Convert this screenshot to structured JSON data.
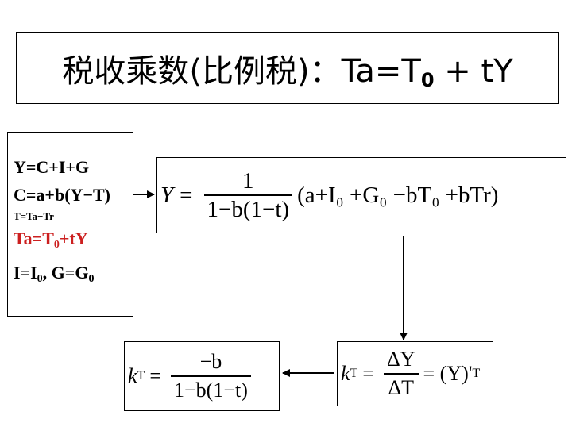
{
  "title": {
    "main": "税收乘数(比例税)：Ta=T",
    "sub": "0",
    "tail": " + tY"
  },
  "left_equations": {
    "line1": "Y=C+I+G",
    "line2": "C=a+b(Y−T)",
    "line3": "T=Ta−Tr",
    "line4_pre": "Ta=T",
    "line4_sub": "0",
    "line4_post": "+tY",
    "line5_a": "I=I",
    "line5_sub1": "0",
    "line5_b": ", G=G",
    "line5_sub2": "0"
  },
  "main_formula": {
    "lhs": "Y",
    "eq": "=",
    "num": "1",
    "den": "1−b(1−t)",
    "rhs": "(a+I₀ +G₀ −bT₀ +bTr)"
  },
  "kt_right": {
    "lhs": "k",
    "lhs_sub": "T",
    "eq": "=",
    "num": "ΔY",
    "den": "ΔT",
    "rhs": "= (Y)'",
    "rhs_sub": "T"
  },
  "kt_left": {
    "lhs": "k",
    "lhs_sub": "T",
    "eq": "=",
    "num": "−b",
    "den": "1−b(1−t)"
  },
  "colors": {
    "highlight": "#cc1f1f"
  }
}
